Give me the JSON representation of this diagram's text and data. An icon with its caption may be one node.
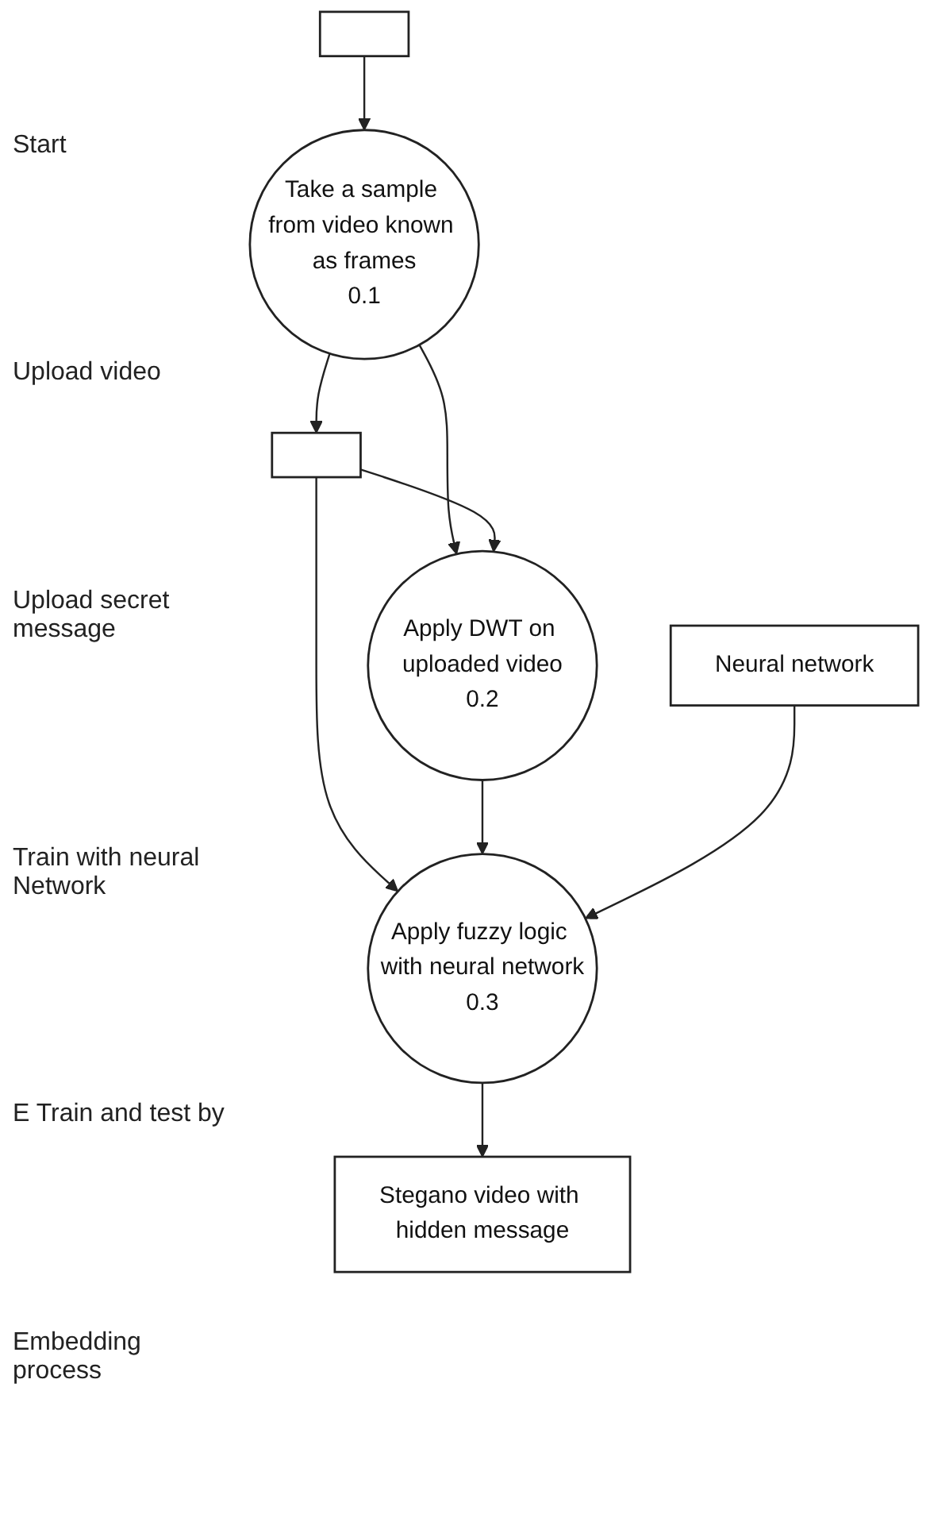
{
  "diagram": {
    "nodes": [
      {
        "text": [],
        "shape": "box"
      },
      {
        "text": [
          "Take a sample from video known as frames",
          "0.1"
        ]
      },
      {
        "text": [],
        "shape": "box"
      },
      {
        "text": [
          "Apply DWT on uploaded video",
          "0.2"
        ]
      },
      {
        "text": [
          "Apply fuzzy logic with neural network",
          "0.3"
        ]
      },
      {
        "text": [
          "Neural network"
        ]
      },
      {
        "text": [
          "Stegano video with hidden message"
        ]
      }
    ],
    "edges": [
      {
        "from": 0,
        "to": 1,
        "arrow": "to"
      },
      {
        "from": 1,
        "to": 2,
        "arrow": "to"
      },
      {
        "from": 1,
        "to": 3,
        "arrow": "to"
      },
      {
        "from": 2,
        "to": 3,
        "arrow": "to"
      },
      {
        "from": 2,
        "to": 4,
        "arrow": "to"
      },
      {
        "from": 3,
        "to": 4,
        "arrow": "to"
      },
      {
        "from": 5,
        "to": 4,
        "arrow": "to"
      },
      {
        "from": 4,
        "to": 6,
        "arrow": "to"
      }
    ],
    "labels": [
      "Start",
      "Upload video",
      "Upload secret message",
      "Train with neural Network",
      "E Train and test by",
      "Embedding process"
    ]
  }
}
